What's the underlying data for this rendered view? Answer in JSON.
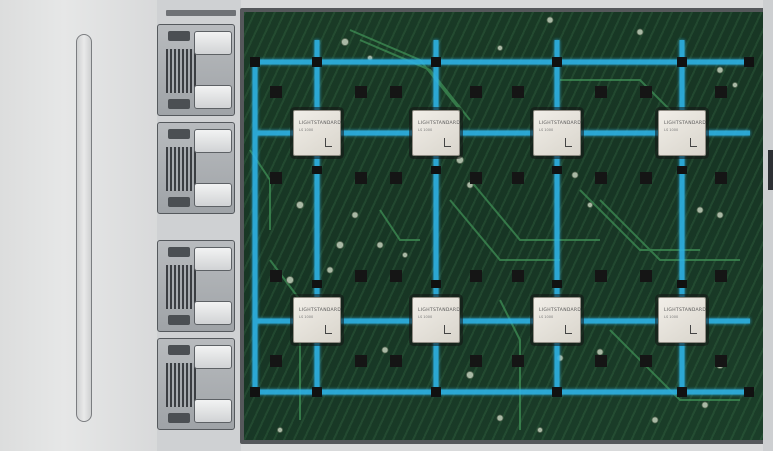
{
  "chips": [
    {
      "brand": "LIGHTSTANDARD",
      "model": "LS 1000"
    },
    {
      "brand": "LIGHTSTANDARD",
      "model": "LS 1000"
    },
    {
      "brand": "LIGHTSTANDARD",
      "model": "LS 1000"
    },
    {
      "brand": "LIGHTSTANDARD",
      "model": "LS 1000"
    },
    {
      "brand": "LIGHTSTANDARD",
      "model": "LS 1000"
    },
    {
      "brand": "LIGHTSTANDARD",
      "model": "LS 1000"
    },
    {
      "brand": "LIGHTSTANDARD",
      "model": "LS 1000"
    },
    {
      "brand": "LIGHTSTANDARD",
      "model": "LS 1000"
    }
  ],
  "colors": {
    "board": "#1a3b26",
    "optical_link": "#2fb3e6",
    "trace": "#3f8f55",
    "chip": "#ece8e1",
    "chassis": "#dcdddd"
  },
  "icons": [
    "chip-logo-icon",
    "connector-icon",
    "handle-icon"
  ]
}
